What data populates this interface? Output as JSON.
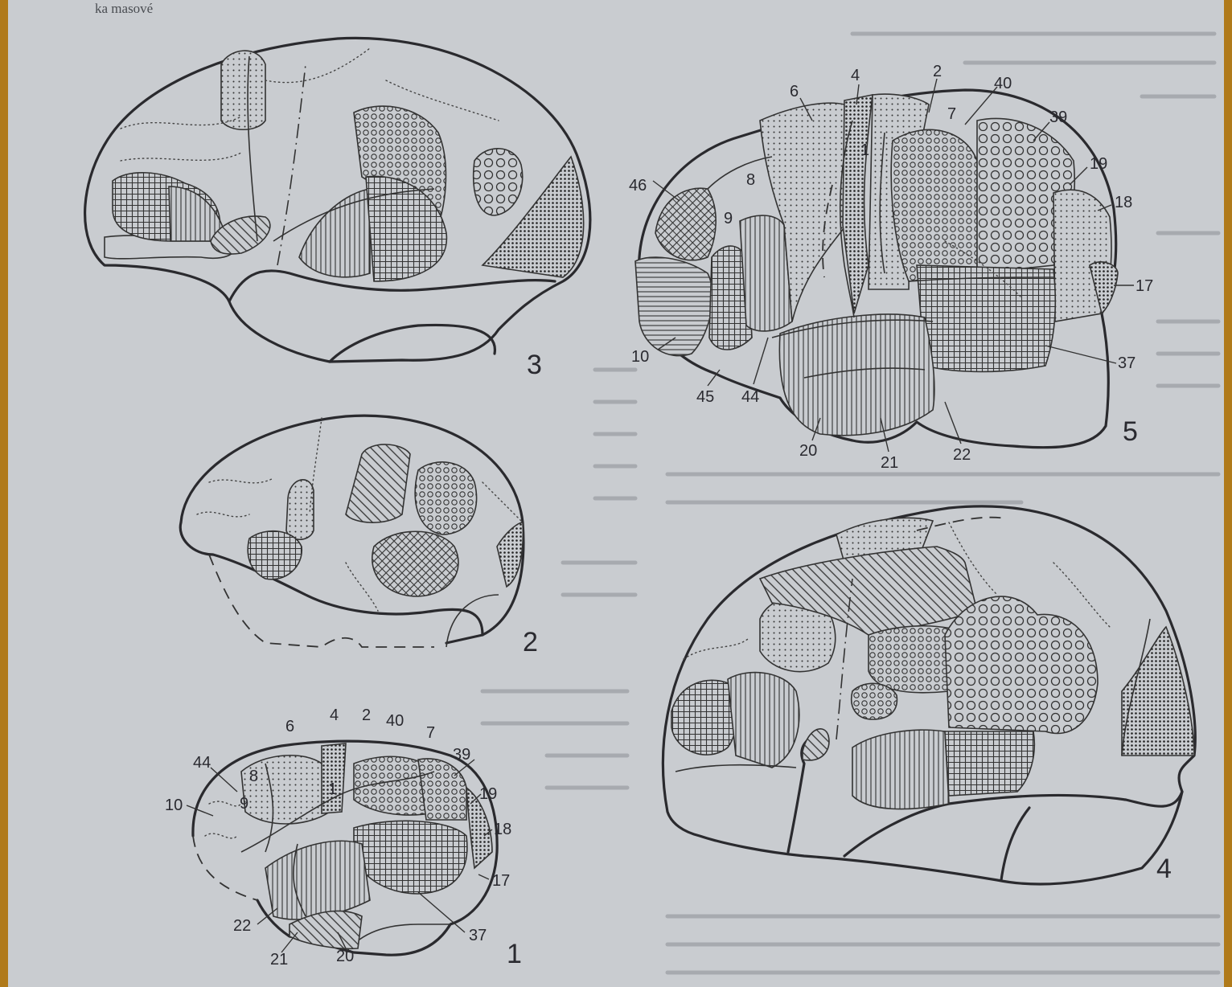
{
  "header_text": "ka masové",
  "figures": [
    {
      "number": "3"
    },
    {
      "number": "2"
    },
    {
      "number": "1",
      "labels": [
        "6",
        "4",
        "2",
        "40",
        "7",
        "39",
        "44",
        "8",
        "9",
        "10",
        "1",
        "19",
        "18",
        "17",
        "22",
        "37",
        "21",
        "20"
      ]
    },
    {
      "number": "5",
      "labels": [
        "6",
        "4",
        "2",
        "40",
        "7",
        "39",
        "19",
        "46",
        "8",
        "9",
        "1",
        "18",
        "17",
        "10",
        "37",
        "45",
        "44",
        "20",
        "21",
        "22"
      ]
    },
    {
      "number": "4"
    }
  ],
  "colors": {
    "frame": "#b07a1a",
    "paper": "#c9ccd0",
    "ink": "#2a2a2e"
  }
}
